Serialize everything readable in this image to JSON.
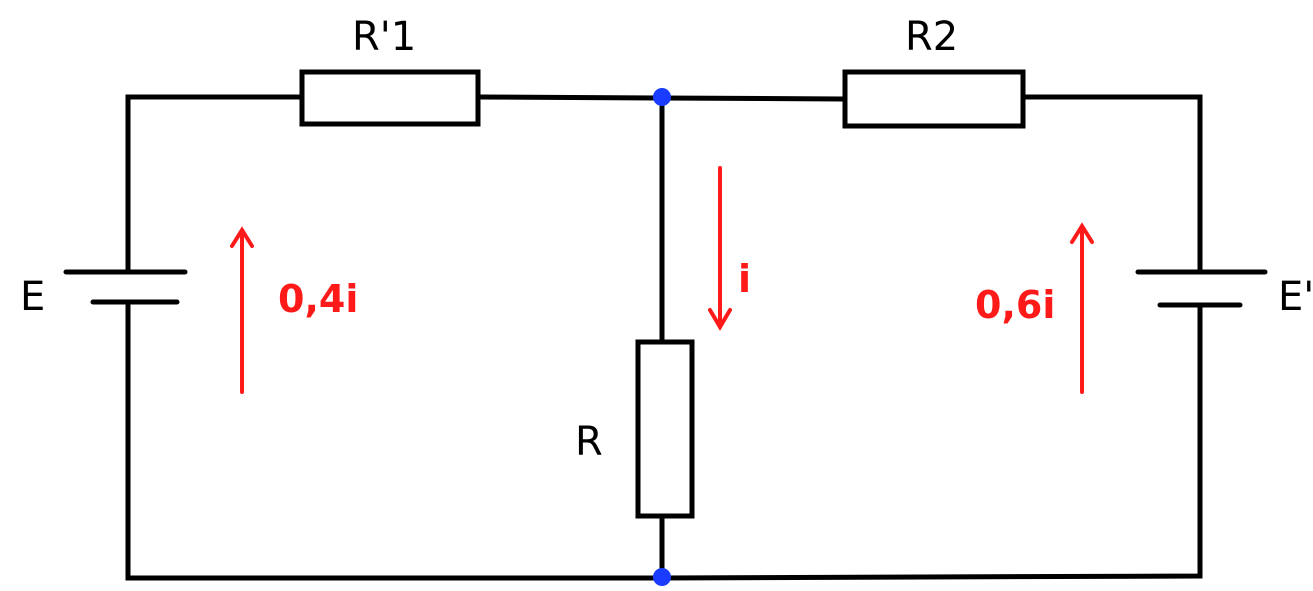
{
  "circuit": {
    "resistor_r1_label": "R'1",
    "resistor_r2_label": "R2",
    "resistor_r_label": "R",
    "source_left_label": "E",
    "source_right_label": "E'",
    "current_left_label": "0,4i",
    "current_middle_label": "i",
    "current_right_label": "0,6i"
  },
  "colors": {
    "wire": "#000000",
    "current": "#ff1a1a",
    "node": "#1a3cff"
  }
}
